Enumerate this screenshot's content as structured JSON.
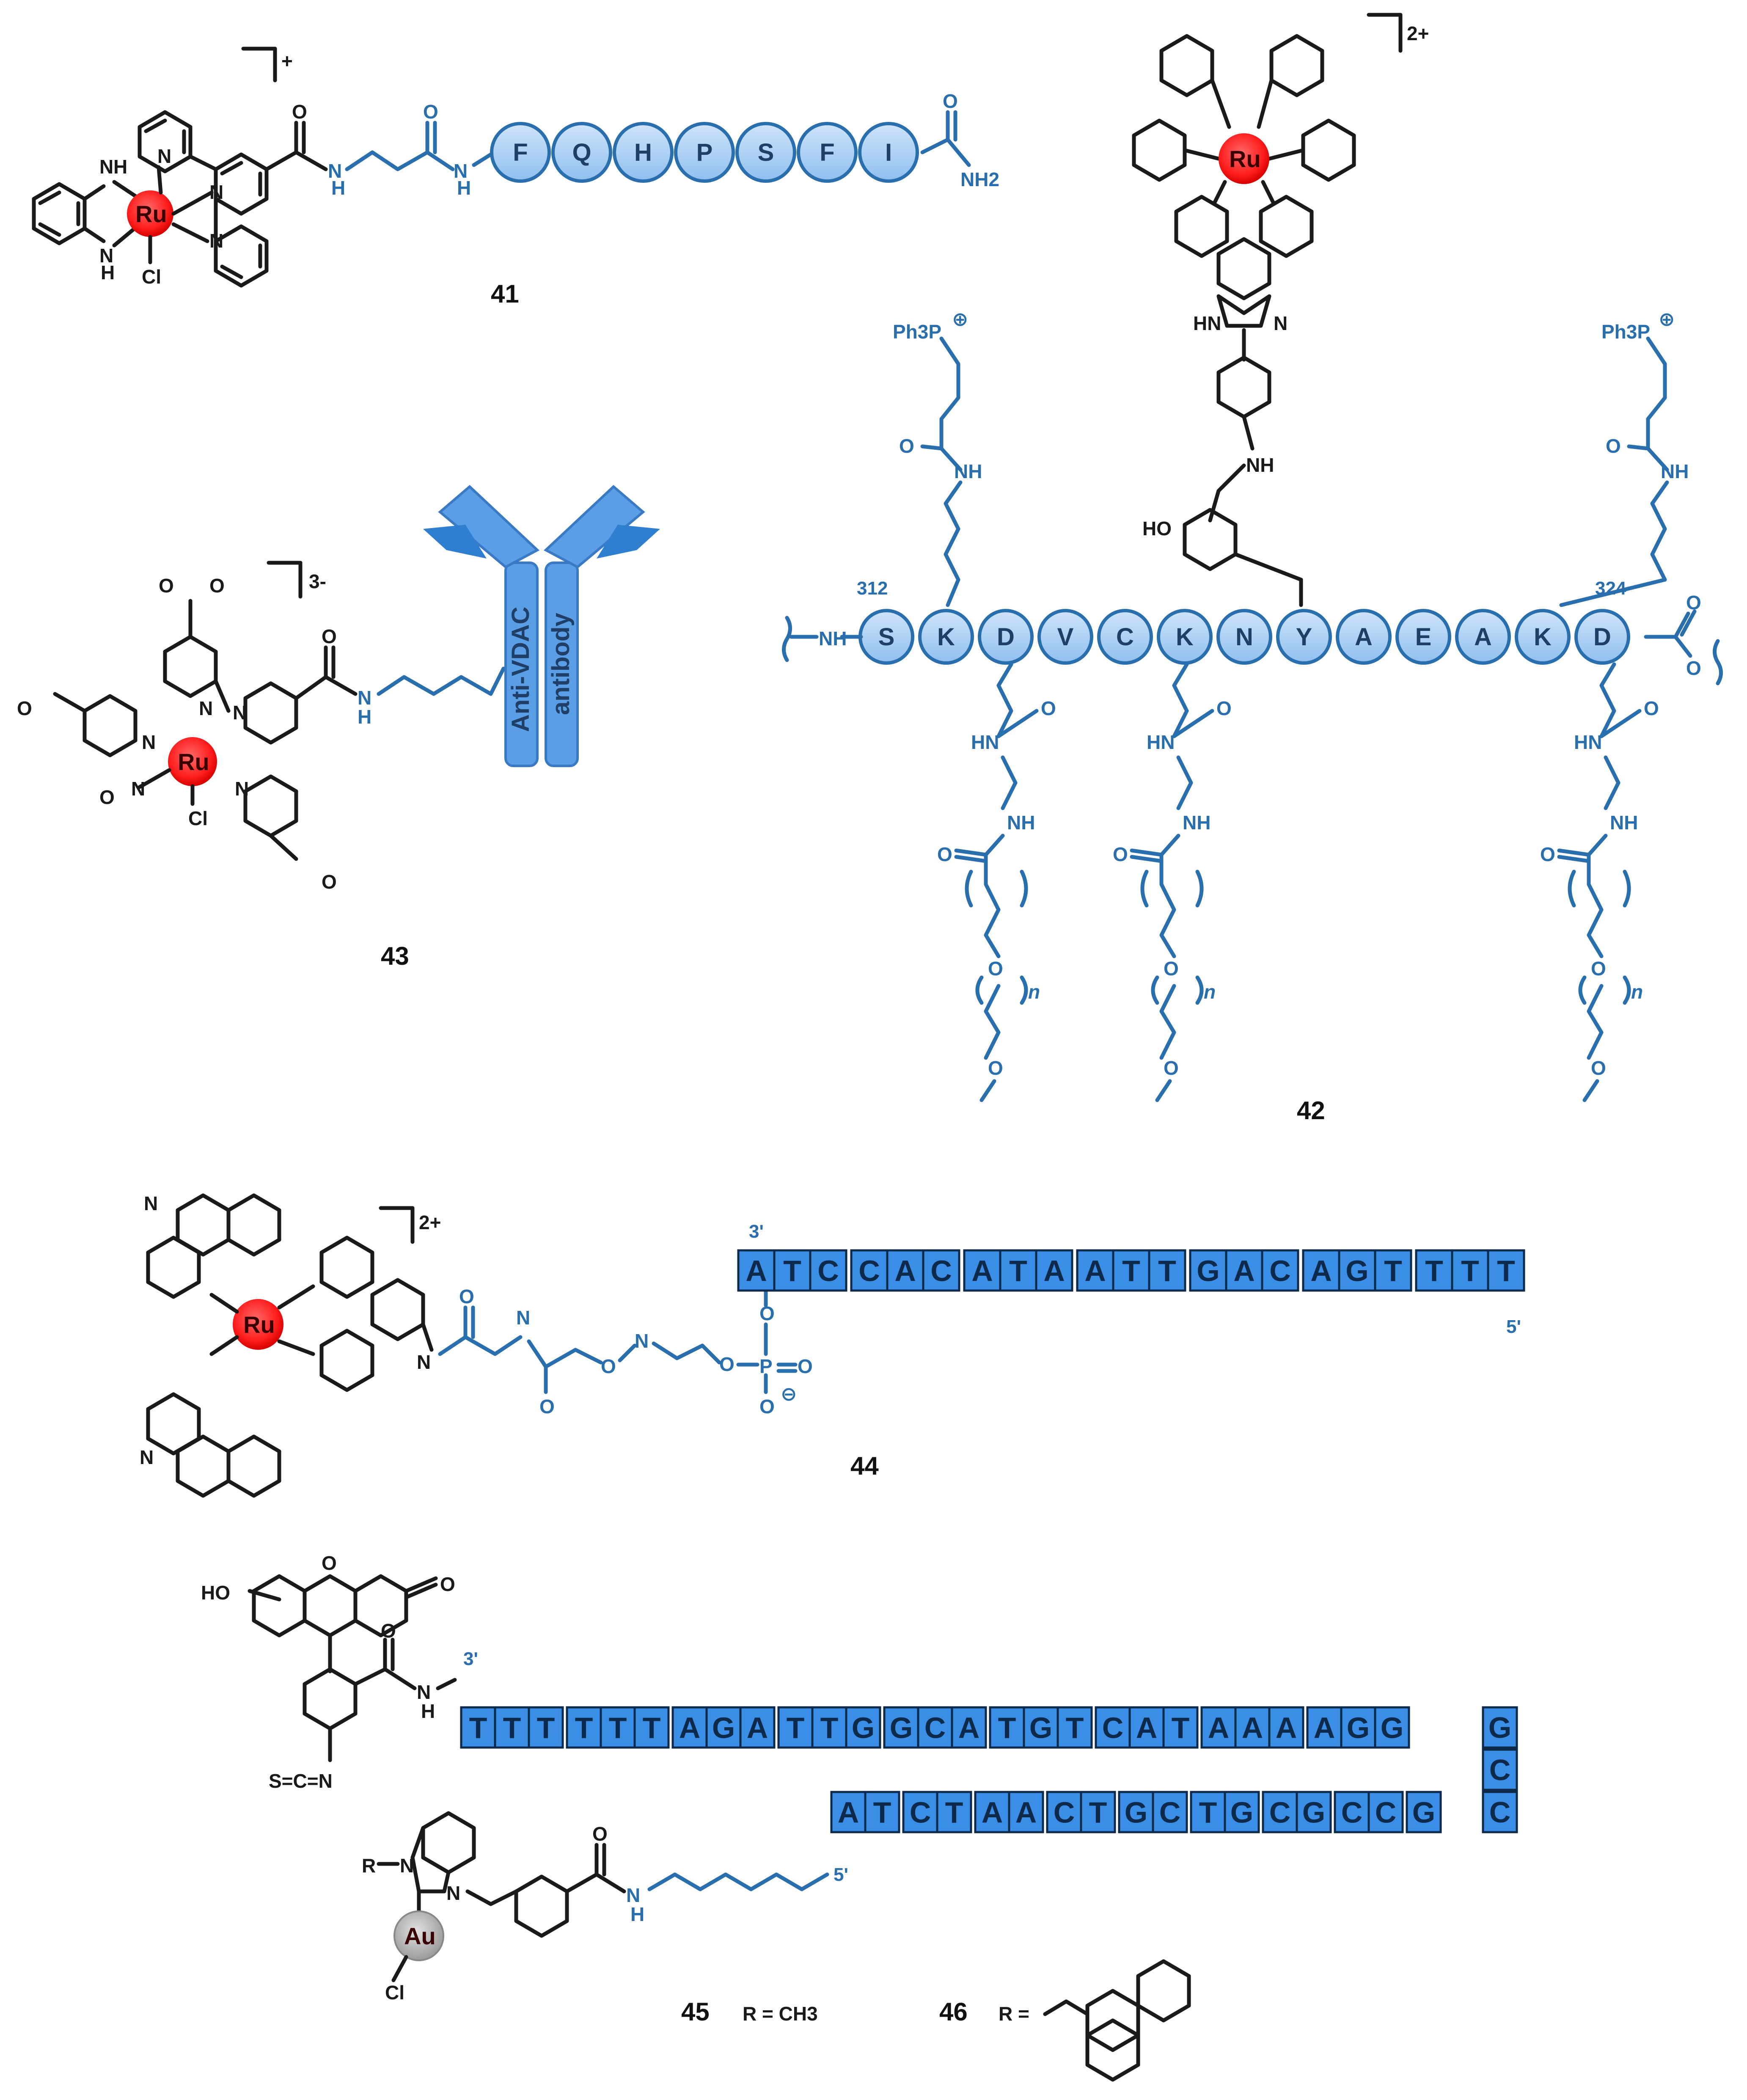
{
  "compounds": {
    "c41": {
      "label": "41",
      "charge": "+",
      "metal": "Ru",
      "atoms": [
        "N",
        "H",
        "N",
        "H",
        "Cl",
        "N",
        "N",
        "N",
        "O",
        "N",
        "H",
        "O",
        "N",
        "H",
        "O",
        "NH2"
      ],
      "peptide": [
        "F",
        "Q",
        "H",
        "P",
        "S",
        "F",
        "I"
      ]
    },
    "c42": {
      "label": "42",
      "charge": "2+",
      "metal": "Ru",
      "start_index": "312",
      "end_index": "324",
      "peptide": [
        "S",
        "K",
        "D",
        "V",
        "C",
        "K",
        "N",
        "Y",
        "A",
        "E",
        "A",
        "K",
        "D"
      ],
      "atoms": [
        "Ph3P",
        "⊕",
        "O",
        "NH",
        "HN",
        "N",
        "NH",
        "HO",
        "O",
        "HN",
        "NH",
        "O",
        "NH",
        "O",
        "O",
        "n",
        "O"
      ]
    },
    "c43": {
      "label": "43",
      "charge": "3-",
      "metal": "Ru",
      "antibody_labels": [
        "Anti-VDAC",
        "antibody"
      ],
      "atoms": [
        "O",
        "O",
        "N",
        "N",
        "N",
        "N",
        "O",
        "N",
        "Cl",
        "O",
        "H",
        "N"
      ]
    },
    "c44": {
      "label": "44",
      "charge": "2+",
      "metal": "Ru",
      "end3": "3'",
      "end5": "5'",
      "sequence": [
        "A",
        "T",
        "C",
        "C",
        "A",
        "C",
        "A",
        "T",
        "A",
        "A",
        "T",
        "T",
        "G",
        "A",
        "C",
        "A",
        "G",
        "T",
        "T",
        "T",
        "T"
      ],
      "atoms": [
        "N",
        "N",
        "O",
        "O",
        "N",
        "O",
        "P",
        "O",
        "⊖"
      ]
    },
    "c45": {
      "label": "45",
      "r_def": "R = CH3",
      "metal": "Au",
      "end3": "3'",
      "end5": "5'",
      "top_strand": [
        "T",
        "T",
        "T",
        "T",
        "T",
        "T",
        "A",
        "G",
        "A",
        "T",
        "T",
        "G",
        "G",
        "C",
        "A",
        "T",
        "G",
        "T",
        "C",
        "A",
        "T",
        "A",
        "A",
        "A",
        "A",
        "G",
        "G",
        "G"
      ],
      "turn": [
        "C"
      ],
      "bottom_strand": [
        "A",
        "T",
        "C",
        "T",
        "A",
        "A",
        "C",
        "T",
        "G",
        "C",
        "T",
        "G",
        "C",
        "G",
        "C",
        "C",
        "G",
        "C"
      ],
      "atoms": [
        "HO",
        "O",
        "O",
        "O",
        "N",
        "H",
        "S=C=N",
        "R",
        "N",
        "N",
        "Cl",
        "O",
        "N",
        "H"
      ]
    },
    "c46": {
      "label": "46",
      "r_def": "R ="
    }
  },
  "colors": {
    "metal_ru": "#ff2a2a",
    "metal_au": "#b0b0b0",
    "peptide_fill": "#a9cdf2",
    "peptide_stroke": "#2a6fad",
    "dna_fill": "#3a8ee6",
    "linker": "#2a6fad",
    "bond": "#1a1a1a"
  }
}
